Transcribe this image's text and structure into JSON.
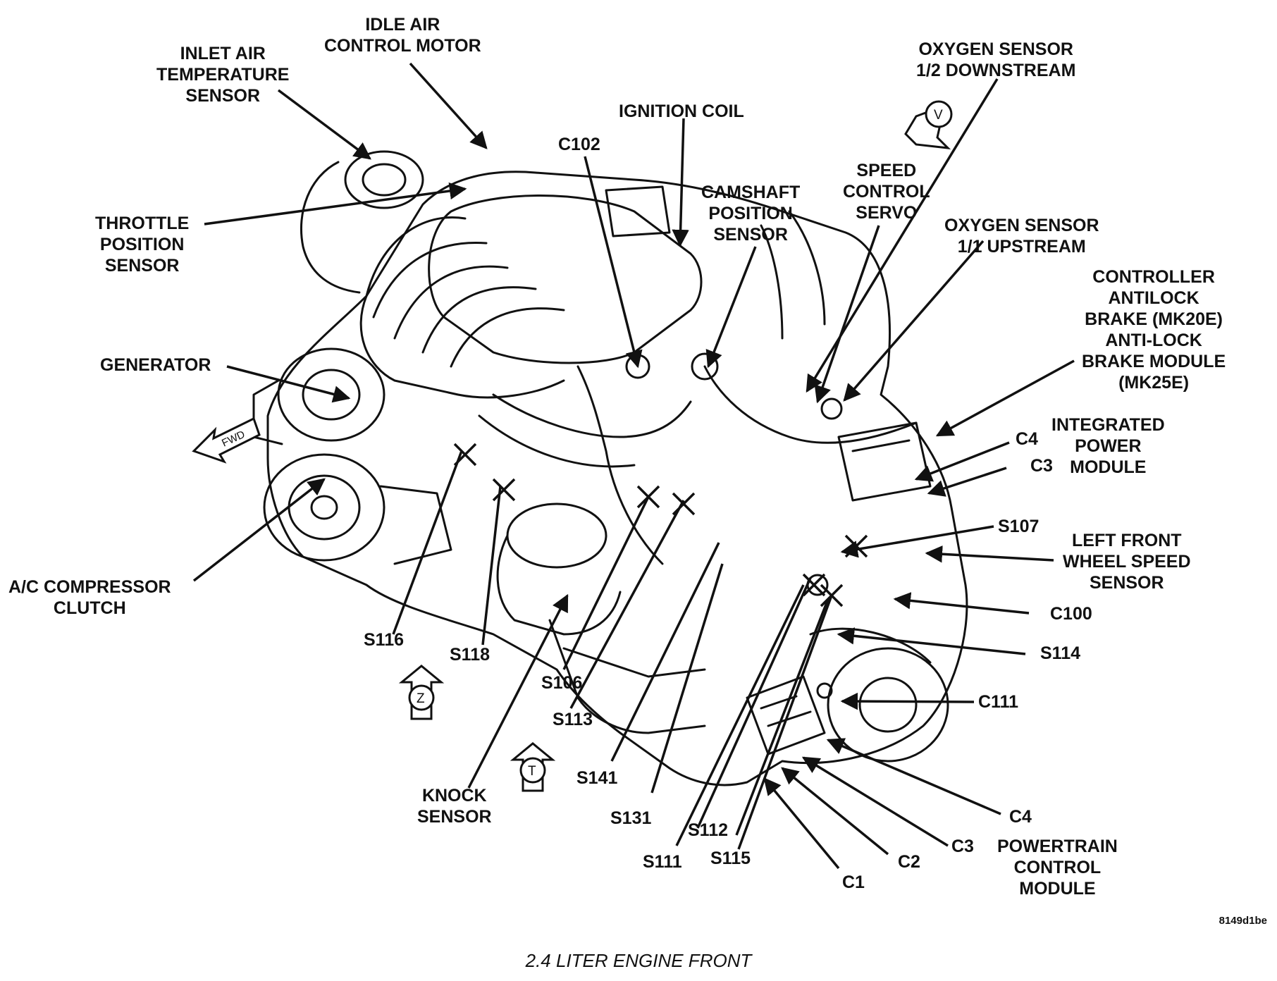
{
  "labels": {
    "inlet_air_temp": "INLET AIR\nTEMPERATURE\nSENSOR",
    "idle_air": "IDLE AIR\nCONTROL MOTOR",
    "o2_downstream": "OXYGEN SENSOR\n1/2 DOWNSTREAM",
    "ignition_coil": "IGNITION COIL",
    "c102": "C102",
    "speed_control": "SPEED\nCONTROL\nSERVO",
    "camshaft": "CAMSHAFT\nPOSITION\nSENSOR",
    "throttle": "THROTTLE\nPOSITION\nSENSOR",
    "o2_upstream": "OXYGEN SENSOR\n1/1 UPSTREAM",
    "controller_antilock": "CONTROLLER\nANTILOCK\nBRAKE (MK20E)\nANTI-LOCK\nBRAKE MODULE\n(MK25E)",
    "generator": "GENERATOR",
    "integrated_power": "INTEGRATED\nPOWER\nMODULE",
    "c4_ipm": "C4",
    "c3_ipm": "C3",
    "s107": "S107",
    "left_front_wss": "LEFT FRONT\nWHEEL SPEED\nSENSOR",
    "ac_compressor": "A/C COMPRESSOR\nCLUTCH",
    "c100": "C100",
    "s116": "S116",
    "s118": "S118",
    "s114": "S114",
    "s106": "S106",
    "c111": "C111",
    "s113": "S113",
    "s141": "S141",
    "knock_sensor": "KNOCK\nSENSOR",
    "s131": "S131",
    "s112": "S112",
    "c4_pcm": "C4",
    "c3_pcm": "C3",
    "pcm": "POWERTRAIN\nCONTROL\nMODULE",
    "s111": "S111",
    "s115": "S115",
    "c2_pcm": "C2",
    "c1_pcm": "C1"
  },
  "view_markers": {
    "v": "V",
    "z": "Z",
    "t": "T",
    "fwd": "FWD"
  },
  "figure_code": "8149d1be",
  "caption": "2.4 LITER ENGINE FRONT"
}
